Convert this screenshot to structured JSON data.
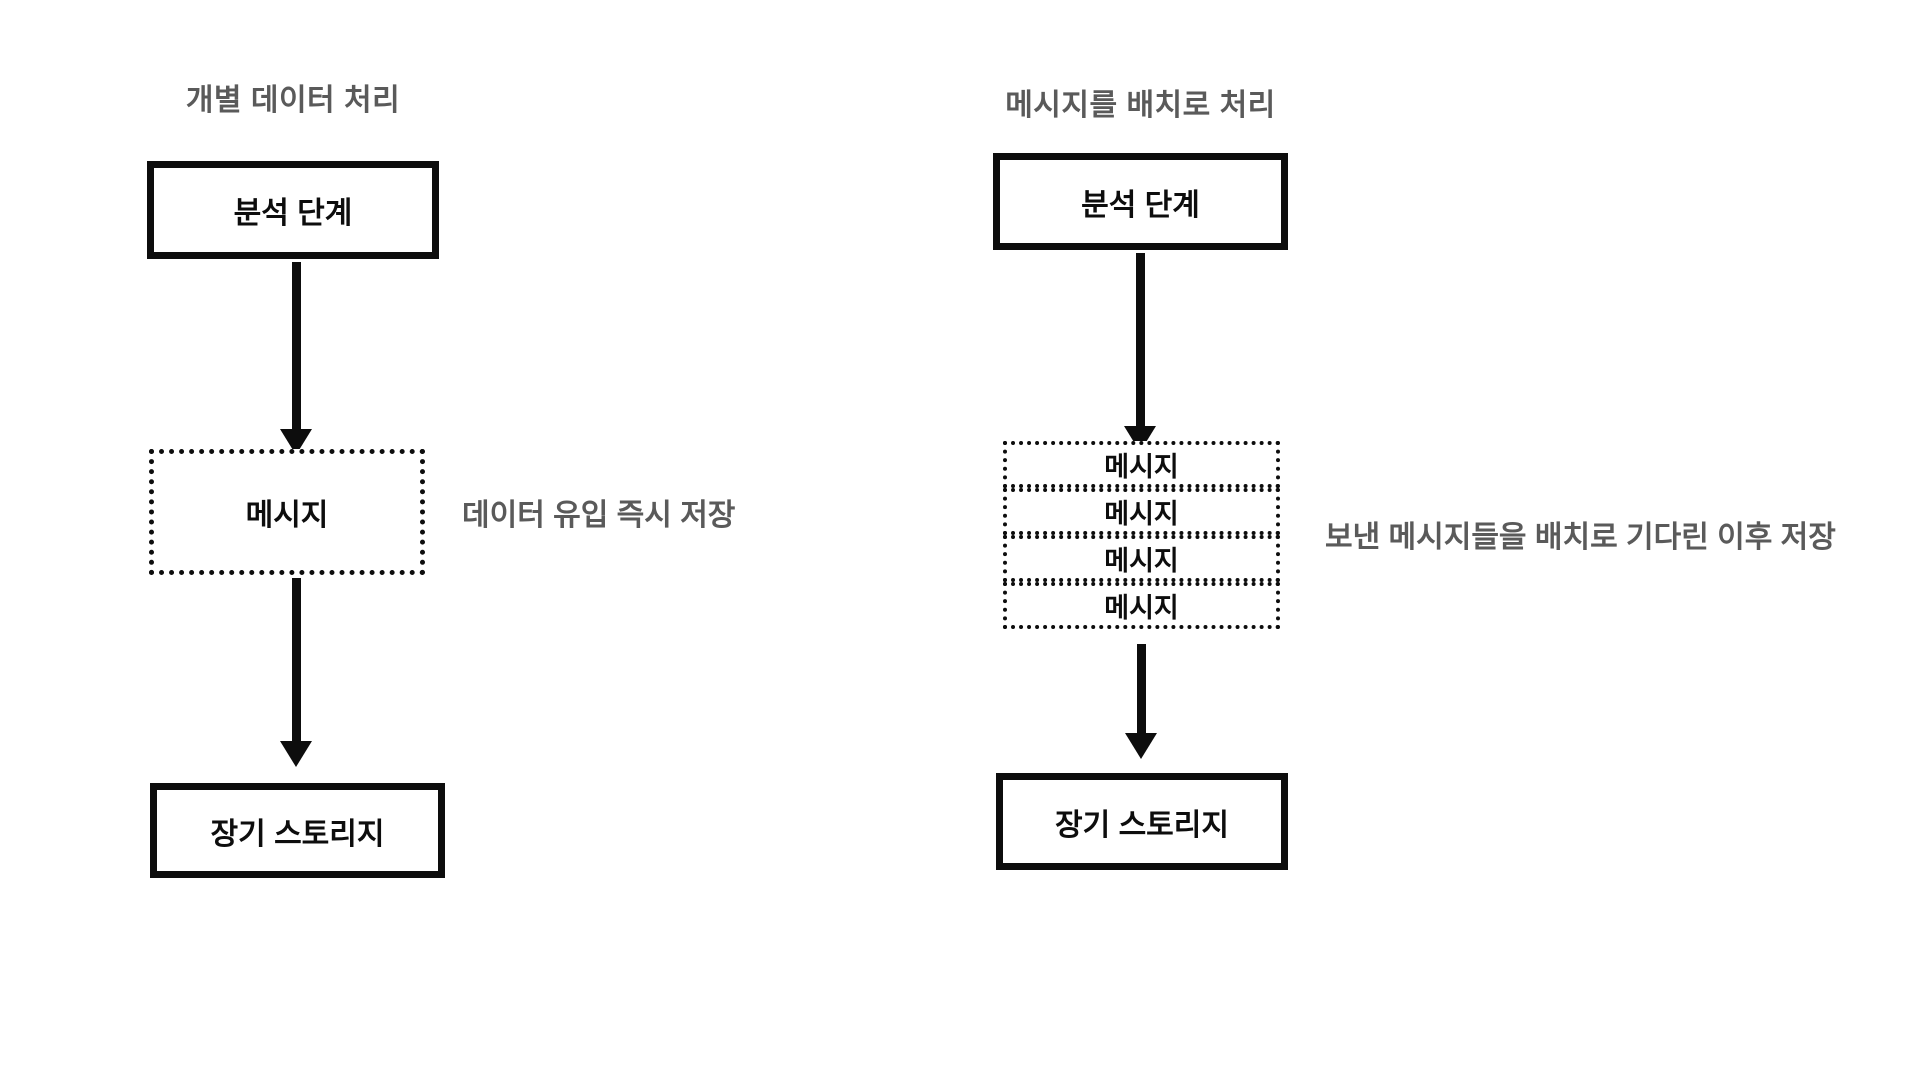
{
  "flows": {
    "left": {
      "title": "개별 데이터 처리",
      "analysis_box": "분석 단계",
      "message_box": "메시지",
      "annotation": "데이터 유입 즉시 저장",
      "storage_box": "장기 스토리지"
    },
    "right": {
      "title": "메시지를 배치로 처리",
      "analysis_box": "분석 단계",
      "messages": [
        "메시지",
        "메시지",
        "메시지",
        "메시지"
      ],
      "annotation": "보낸 메시지들을 배치로 기다린 이후 저장",
      "storage_box": "장기 스토리지"
    },
    "colors": {
      "ink": "#0d0d0d",
      "muted_text": "#5a5a5a",
      "background": "#ffffff"
    }
  }
}
